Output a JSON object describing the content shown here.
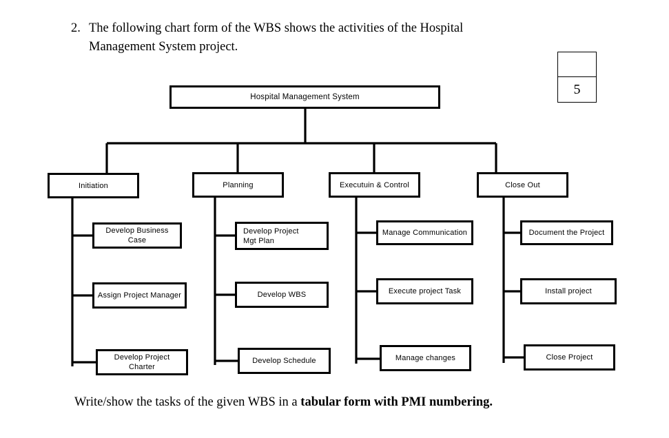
{
  "question": {
    "number": "2.",
    "text": "The following chart form of the WBS shows the activities of the Hospital",
    "text_line2": "Management System project."
  },
  "marks_box": {
    "top_cell": "",
    "value": "5"
  },
  "chart_data": {
    "type": "diagram",
    "title": "Hospital Management System WBS",
    "root": {
      "label": "Hospital Management System"
    },
    "phases": [
      {
        "label": "Initiation",
        "tasks": [
          "Develop Business Case",
          "Assign Project Manager",
          "Develop Project Charter"
        ]
      },
      {
        "label": "Planning",
        "tasks": [
          "Develop Project\nMgt Plan",
          "Develop WBS",
          "Develop Schedule"
        ]
      },
      {
        "label": "Executuin & Control",
        "tasks": [
          "Manage Communication",
          "Execute project Task",
          "Manage changes"
        ]
      },
      {
        "label": "Close Out",
        "tasks": [
          "Document the Project",
          "Install project",
          "Close Project"
        ]
      }
    ]
  },
  "footer": {
    "text_plain": "Write/show the tasks of the given WBS in a ",
    "text_bold": "tabular form with PMI numbering."
  }
}
